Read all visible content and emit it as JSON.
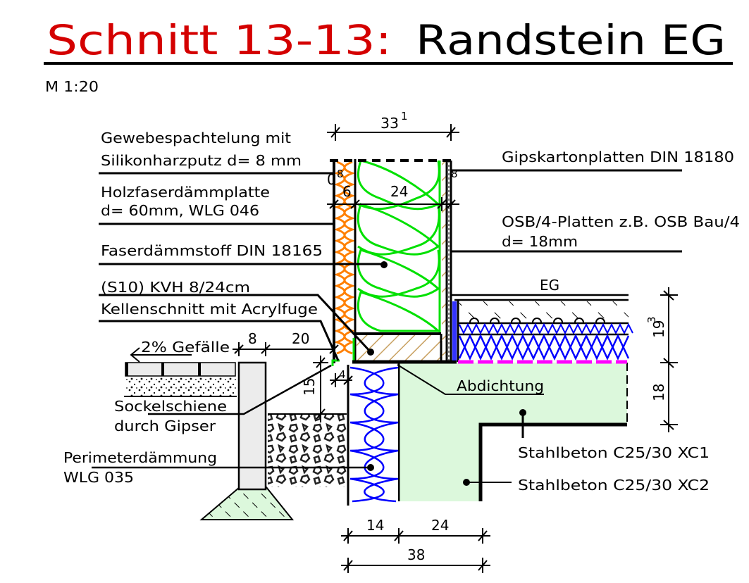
{
  "title": {
    "prefix": "Schnitt 13-13:",
    "name": "Randstein EG",
    "scale": "M 1:20",
    "prefix_color": "#d40000"
  },
  "labels": {
    "gewebe_line1": "Gewebespachtelung mit",
    "gewebe_line2": "Silikonharzputz d= 8 mm",
    "holzfaser_line1": "Holzfaserdämmplatte",
    "holzfaser_line2": "d= 60mm, WLG 046",
    "faserdaemm": "Faserdämmstoff DIN 18165",
    "kvh": "(S10) KVH 8/24cm",
    "kellenschnitt": "Kellenschnitt mit Acrylfuge",
    "gefaelle": "2% Gefälle",
    "sockelschiene_line1": "Sockelschiene",
    "sockelschiene_line2": "durch Gipser",
    "perimeter_line1": "Perimeterdämmung",
    "perimeter_line2": "WLG 035",
    "gipskarton": "Gipskartonplatten DIN 18180",
    "osb_line1": "OSB/4-Platten z.B. OSB Bau/4",
    "osb_line2": "d= 18mm",
    "eg": "EG",
    "abdichtung": "Abdichtung",
    "stahlbeton_xc1": "Stahlbeton C25/30  XC1",
    "stahlbeton_xc2": "Stahlbeton C25/30  XC2"
  },
  "dimensions": {
    "wall_total": "33",
    "wall_total_sup": "1",
    "plaster": "0",
    "plaster_sup": "8",
    "woodfiber": "6",
    "insulation": "24",
    "osb_sup": "8",
    "curb": "8",
    "gap": "20",
    "height_15": "15",
    "small_4": "4",
    "floor_build": "19",
    "floor_build_sup": "3",
    "slab": "18",
    "perimeter": "14",
    "foundation_wall": "24",
    "foundation_total": "38"
  },
  "colors": {
    "woodfiber": "#ff7f00",
    "insulation_green": "#00e000",
    "insulation_blue": "#0000ff",
    "concrete_fill": "#dcf8dc",
    "timber": "#c8a060",
    "membrane": "#ff00ff",
    "paving": "#ececec"
  }
}
